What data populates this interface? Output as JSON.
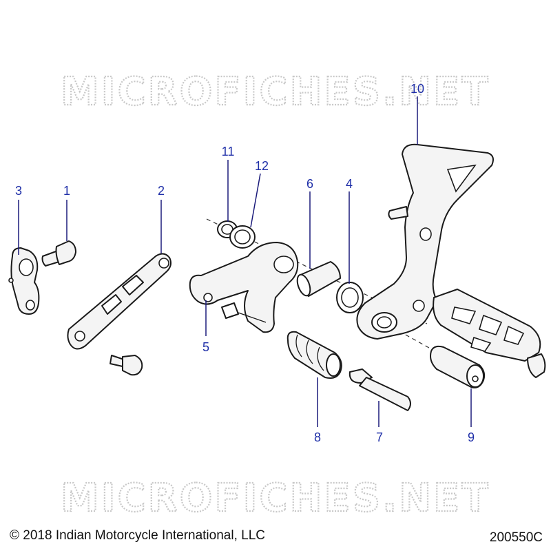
{
  "watermark": "MICROFICHES.NET",
  "callouts": {
    "c1": "1",
    "c2": "2",
    "c3": "3",
    "c4": "4",
    "c5": "5",
    "c6": "6",
    "c7": "7",
    "c8": "8",
    "c9": "9",
    "c10": "10",
    "c11": "11",
    "c12": "12"
  },
  "footer": {
    "copyright": "© 2018 Indian Motorcycle International, LLC",
    "figure_number": "200550C"
  },
  "colors": {
    "callout": "#1f2fa8",
    "watermark": "#c8c8c8"
  }
}
